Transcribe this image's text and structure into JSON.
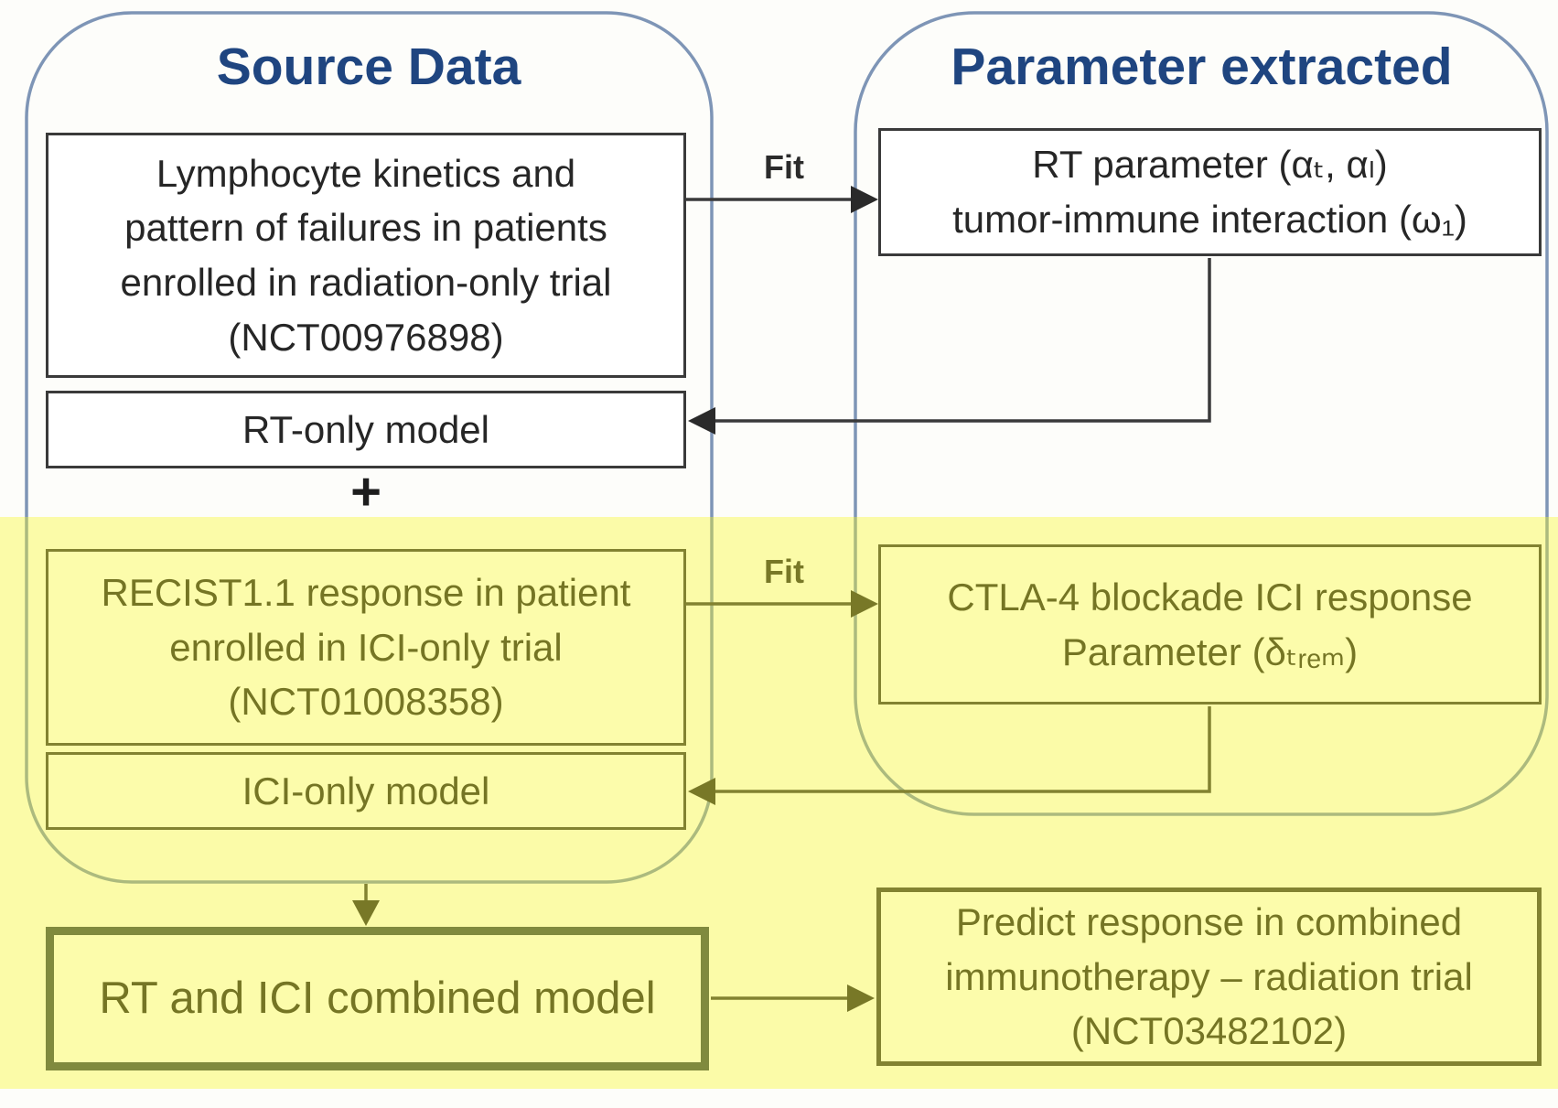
{
  "containers": {
    "source_data": {
      "title": "Source Data"
    },
    "parameter_extracted": {
      "title": "Parameter extracted"
    }
  },
  "boxes": {
    "lymphocyte": {
      "lines": [
        "Lymphocyte kinetics and",
        "pattern of failures in patients",
        "enrolled in radiation-only trial",
        "(NCT00976898)"
      ]
    },
    "rt_only": {
      "label": "RT-only model"
    },
    "plus": {
      "symbol": "+"
    },
    "recist": {
      "lines": [
        "RECIST1.1 response in patient",
        "enrolled in ICI-only trial",
        "(NCT01008358)"
      ]
    },
    "ici_only": {
      "label": "ICI-only model"
    },
    "combined": {
      "label": "RT and ICI combined model"
    },
    "rt_param": {
      "lines": [
        "RT parameter (αₜ, αₗ)",
        "tumor-immune interaction (ω₁)"
      ]
    },
    "ctla": {
      "lines": [
        "CTLA-4 blockade ICI response",
        "Parameter (δₜᵣₑₘ)"
      ]
    },
    "predict": {
      "lines": [
        "Predict response in combined",
        "immunotherapy – radiation trial",
        "(NCT03482102)"
      ]
    }
  },
  "arrows": {
    "fit1_label": "Fit",
    "fit2_label": "Fit"
  },
  "colors": {
    "title_blue": "#1f4580",
    "container_stroke": "#7e95b6",
    "box_border": "#3a3a3a",
    "text": "#262626",
    "combined_border": "#37474f",
    "highlight_overlay": "rgba(247,247,35,0.38)"
  }
}
